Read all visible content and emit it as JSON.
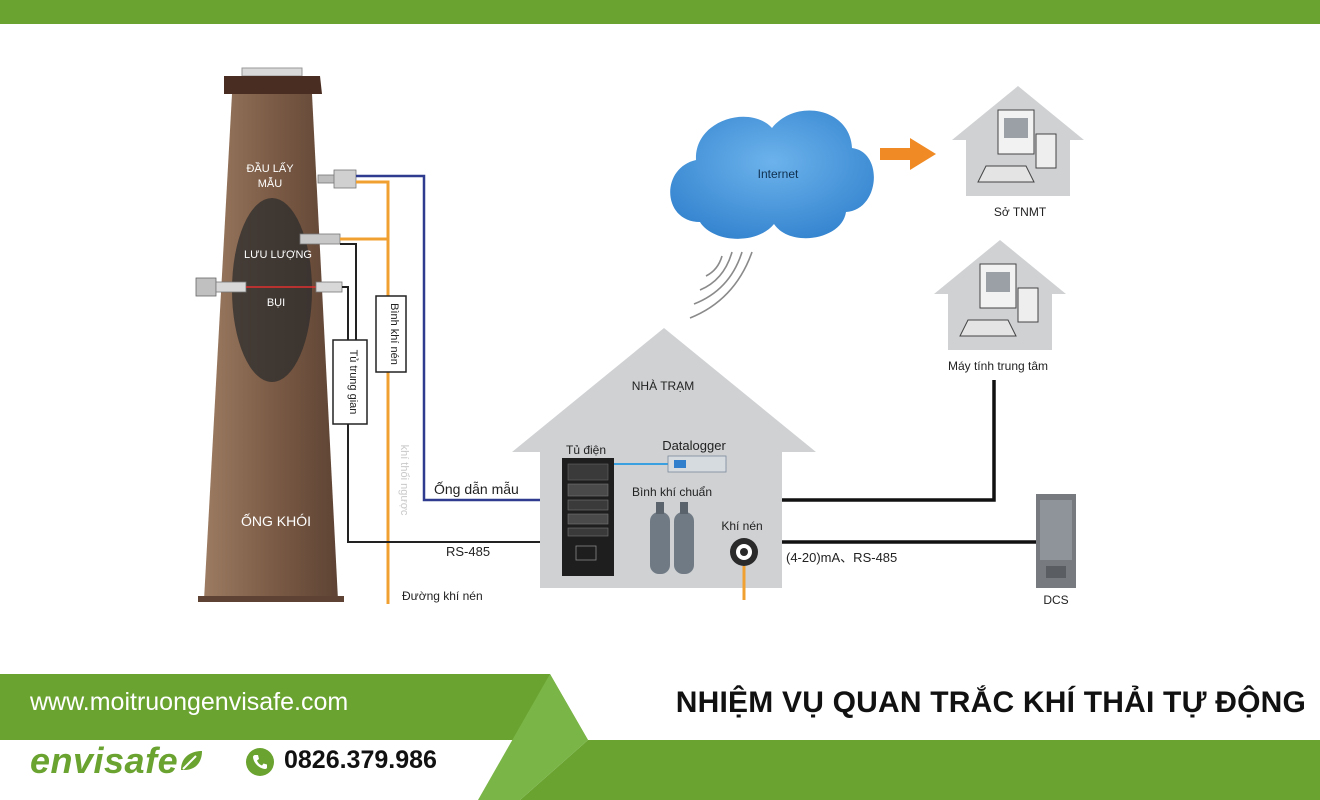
{
  "diagram": {
    "chimney_label": "ỐNG KHÓI",
    "sampling_probe_label_1": "ĐẦU LẤY",
    "sampling_probe_label_2": "MẪU",
    "flow_label": "LƯU LƯỢNG",
    "dust_label": "BỤI",
    "intermediate_cabinet_label": "Tủ trung gian",
    "compressed_air_tank_label": "Bình khí nén",
    "reverse_air_label": "khí thổi ngược",
    "compressed_air_line_label": "Đường khí nén",
    "sample_pipe_label": "Ống dẫn mẫu",
    "rs485_label": "RS-485",
    "station_label": "NHÀ TRẠM",
    "cabinet_label": "Tủ điện",
    "datalogger_label": "Datalogger",
    "calibration_gas_label": "Bình khí chuẩn",
    "compressed_air_label": "Khí nén",
    "signal_label": "(4-20)mA、RS-485",
    "internet_label": "Internet",
    "sotnmt_label": "Sở TNMT",
    "central_computer_label": "Máy tính trung tâm",
    "dcs_label": "DCS"
  },
  "footer": {
    "website": "www.moitruongenvisafe.com",
    "title": "NHIỆM VỤ QUAN TRẮC KHÍ THẢI TỰ ĐỘNG",
    "logo_text": "envisafe",
    "phone": "0826.379.986",
    "phone_icon": "phone-icon",
    "leaf_icon": "leaf-icon"
  },
  "colors": {
    "brand_green": "#6aa330",
    "light_green": "#7ab547",
    "chimney_brown": "#8a6a52",
    "house_gray": "#cfd1d3",
    "cloud_blue": "#3f8fd6",
    "sample_pipe_blue": "#2f3b8f",
    "air_line_orange": "#f0a030",
    "arrow_orange": "#f08a24"
  }
}
